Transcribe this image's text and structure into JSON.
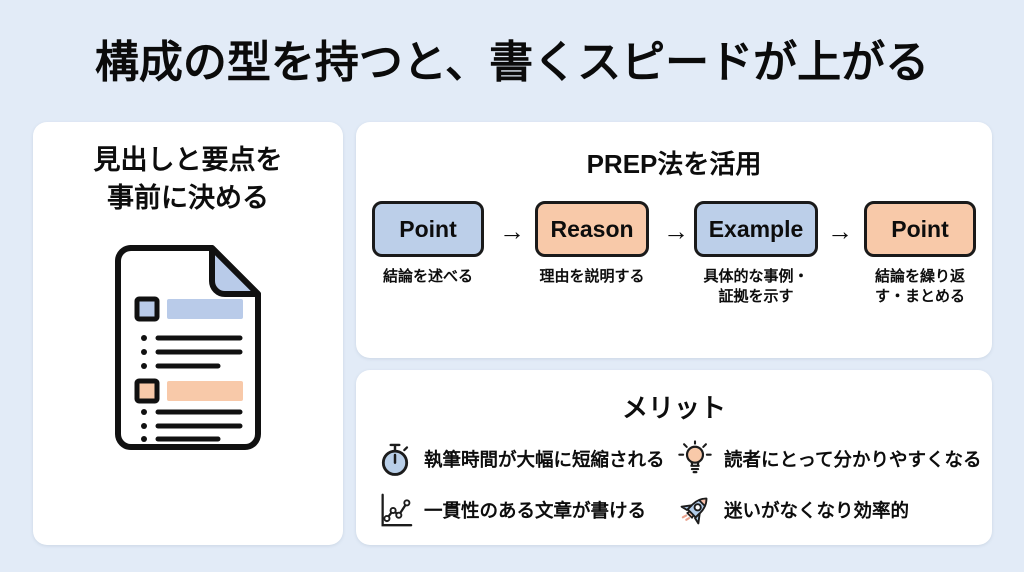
{
  "title": "構成の型を持つと、書くスピードが上がる",
  "left_card": {
    "heading": "見出しと要点を\n事前に決める"
  },
  "prep_card": {
    "heading": "PREP法を活用",
    "arrow": "→",
    "steps": [
      {
        "label": "Point",
        "desc": "結論を述べる",
        "fill": "blue"
      },
      {
        "label": "Reason",
        "desc": "理由を説明する",
        "fill": "orange"
      },
      {
        "label": "Example",
        "desc": "具体的な事例・\n証拠を示す",
        "fill": "blue"
      },
      {
        "label": "Point",
        "desc": "結論を繰り返\nす・まとめる",
        "fill": "orange"
      }
    ]
  },
  "merit_card": {
    "heading": "メリット",
    "items": [
      {
        "icon": "stopwatch-icon",
        "text": "執筆時間が大幅に短縮される"
      },
      {
        "icon": "lightbulb-icon",
        "text": "読者にとって分かりやすくなる"
      },
      {
        "icon": "line-chart-icon",
        "text": "一貫性のある文章が書ける"
      },
      {
        "icon": "rocket-icon",
        "text": "迷いがなくなり効率的"
      }
    ]
  },
  "colors": {
    "background": "#e2ebf7",
    "card": "#ffffff",
    "ink": "#111111",
    "blue_fill": "#bccfe9",
    "orange_fill": "#f8c9a9",
    "outline": "#1a1a1a"
  }
}
